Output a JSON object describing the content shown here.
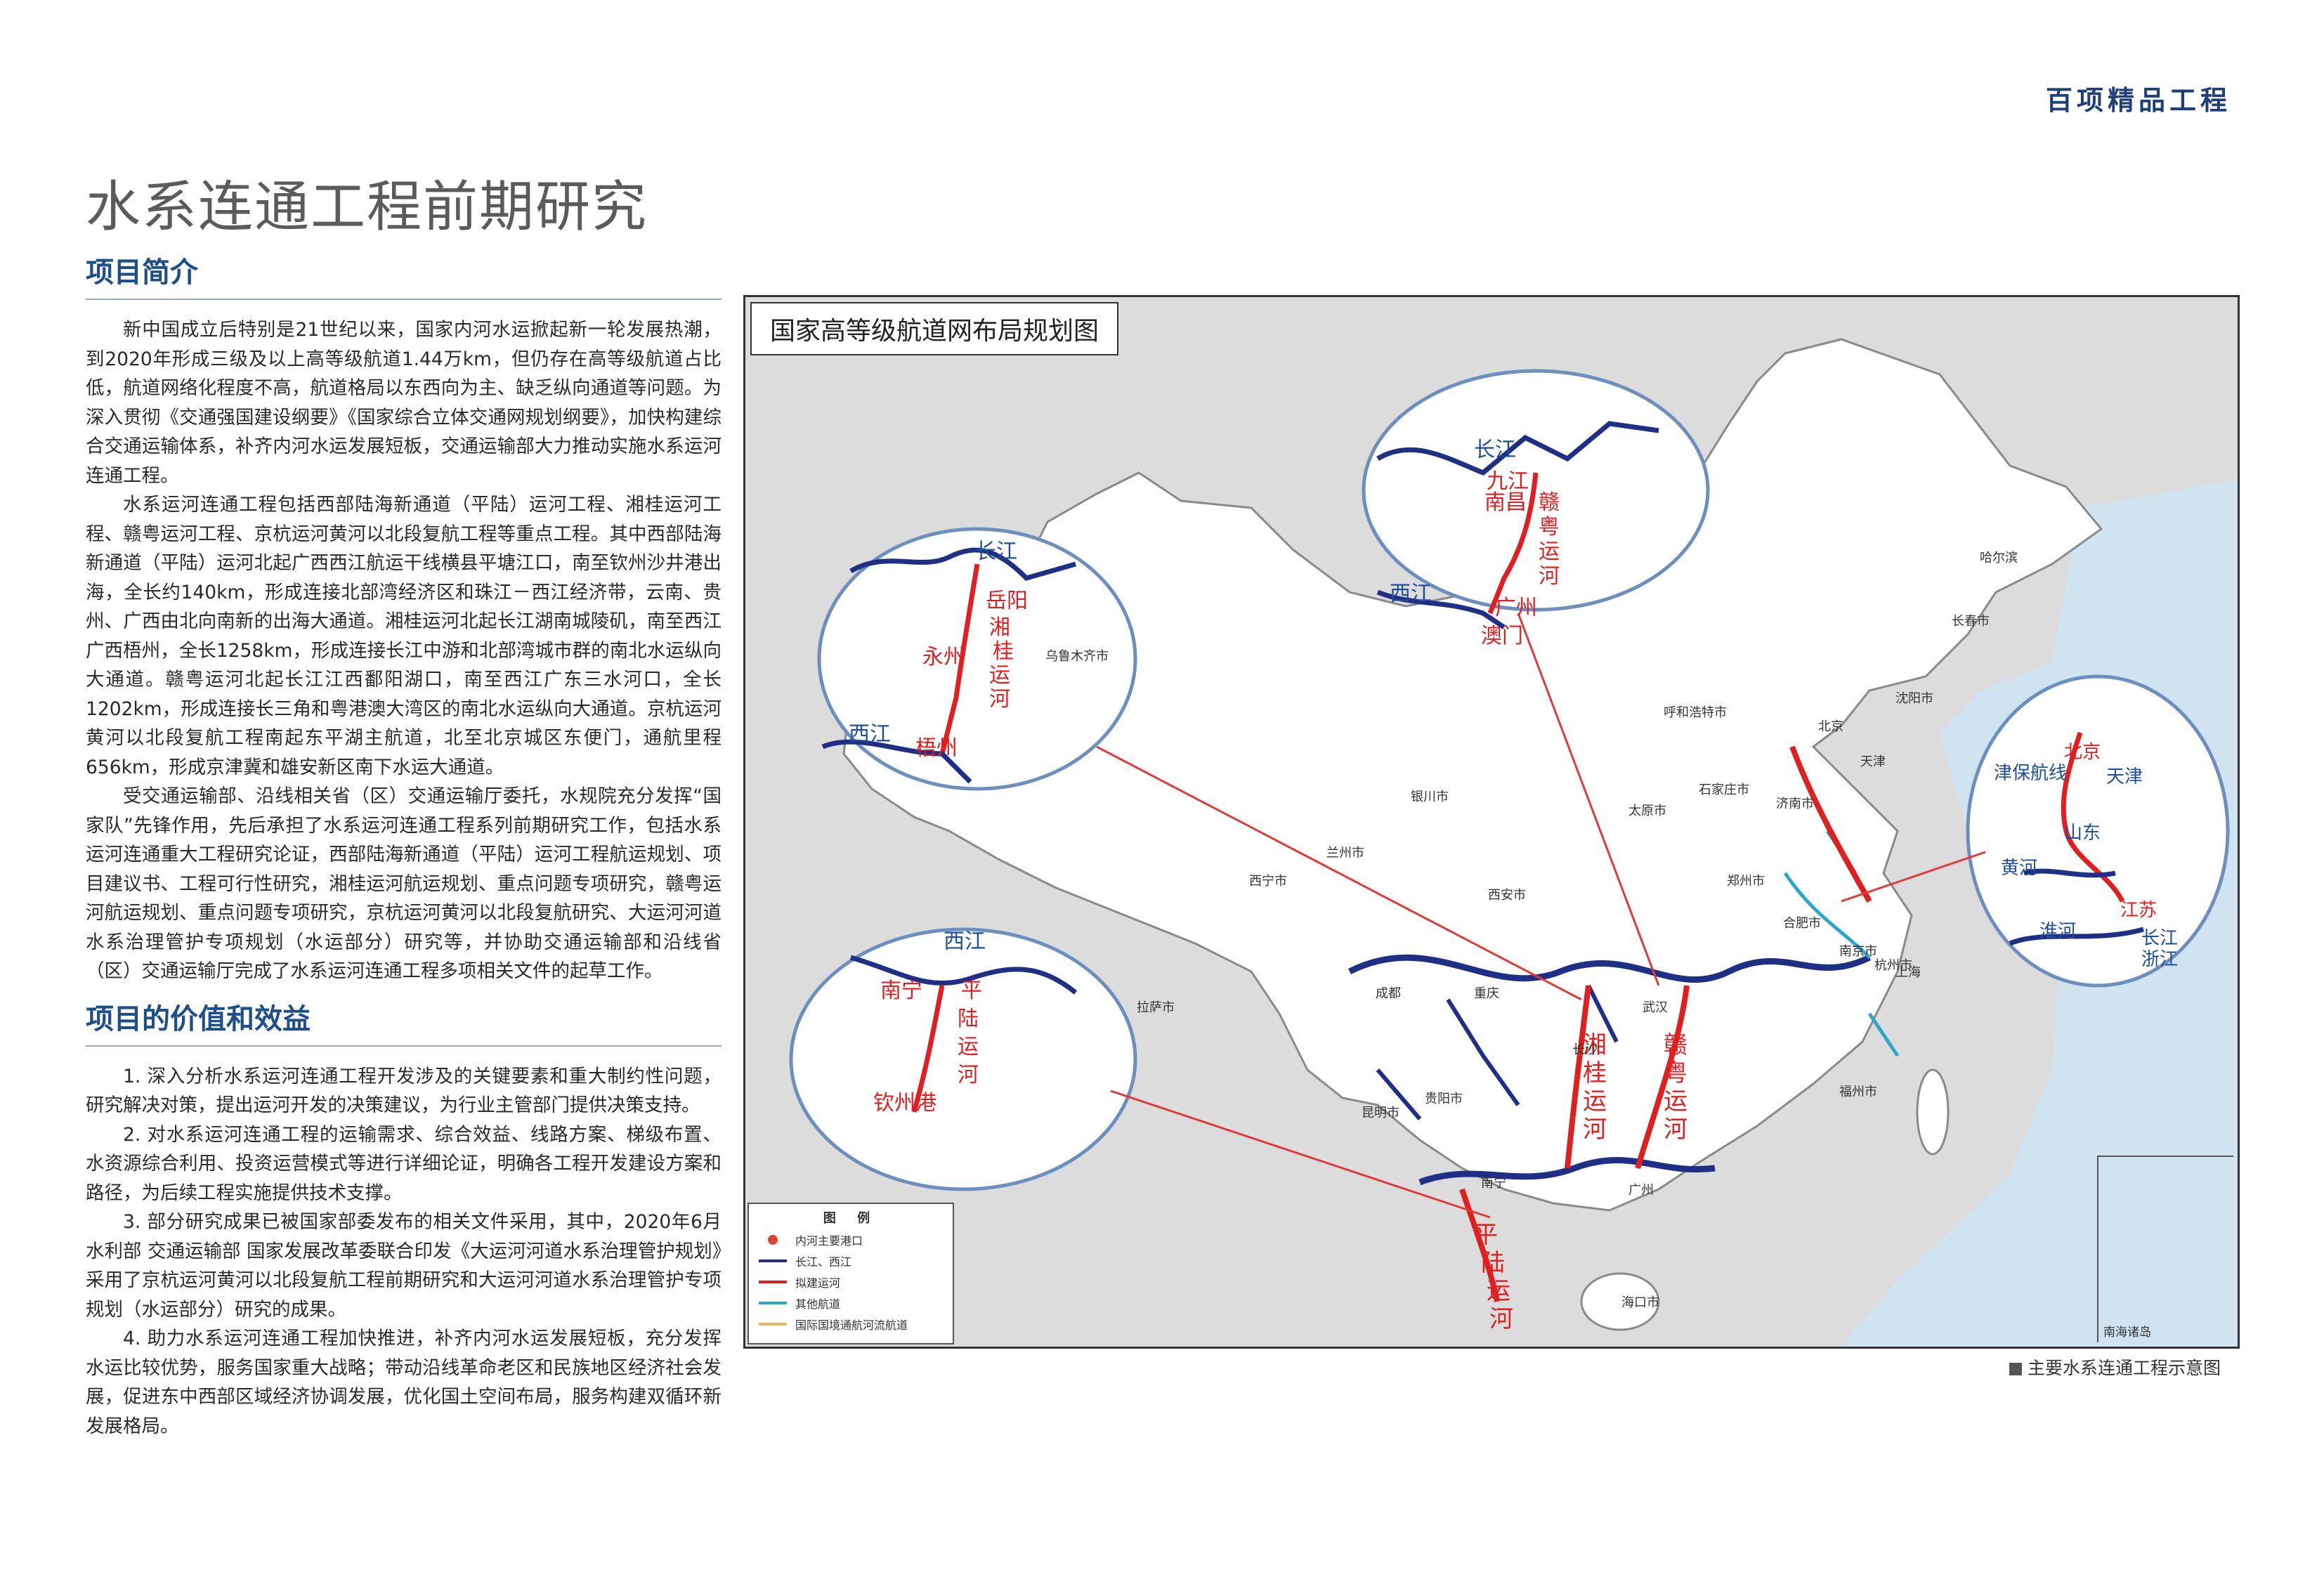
{
  "header": {
    "brand": "百项精品工程",
    "title": "水系连通工程前期研究"
  },
  "intro": {
    "heading": "项目简介",
    "paragraphs": [
      "新中国成立后特别是21世纪以来，国家内河水运掀起新一轮发展热潮，到2020年形成三级及以上高等级航道1.44万km，但仍存在高等级航道占比低，航道网络化程度不高，航道格局以东西向为主、缺乏纵向通道等问题。为深入贯彻《交通强国建设纲要》《国家综合立体交通网规划纲要》，加快构建综合交通运输体系，补齐内河水运发展短板，交通运输部大力推动实施水系运河连通工程。",
      "水系运河连通工程包括西部陆海新通道（平陆）运河工程、湘桂运河工程、赣粤运河工程、京杭运河黄河以北段复航工程等重点工程。其中西部陆海新通道（平陆）运河北起广西西江航运干线横县平塘江口，南至钦州沙井港出海，全长约140km，形成连接北部湾经济区和珠江－西江经济带，云南、贵州、广西由北向南新的出海大通道。湘桂运河北起长江湖南城陵矶，南至西江广西梧州，全长1258km，形成连接长江中游和北部湾城市群的南北水运纵向大通道。赣粤运河北起长江江西鄱阳湖口，南至西江广东三水河口，全长1202km，形成连接长三角和粤港澳大湾区的南北水运纵向大通道。京杭运河黄河以北段复航工程南起东平湖主航道，北至北京城区东便门，通航里程656km，形成京津冀和雄安新区南下水运大通道。",
      "受交通运输部、沿线相关省（区）交通运输厅委托，水规院充分发挥“国家队”先锋作用，先后承担了水系运河连通工程系列前期研究工作，包括水系运河连通重大工程研究论证，西部陆海新通道（平陆）运河工程航运规划、项目建议书、工程可行性研究，湘桂运河航运规划、重点问题专项研究，赣粤运河航运规划、重点问题专项研究，京杭运河黄河以北段复航研究、大运河河道水系治理管护专项规划（水运部分）研究等，并协助交通运输部和沿线省（区）交通运输厅完成了水系运河连通工程多项相关文件的起草工作。"
    ]
  },
  "value": {
    "heading": "项目的价值和效益",
    "paragraphs": [
      "1. 深入分析水系运河连通工程开发涉及的关键要素和重大制约性问题，研究解决对策，提出运河开发的决策建议，为行业主管部门提供决策支持。",
      "2. 对水系运河连通工程的运输需求、综合效益、线路方案、梯级布置、水资源综合利用、投资运营模式等进行详细论证，明确各工程开发建设方案和路径，为后续工程实施提供技术支撑。",
      "3. 部分研究成果已被国家部委发布的相关文件采用，其中，2020年6月水利部 交通运输部 国家发展改革委联合印发《大运河河道水系治理管护规划》采用了京杭运河黄河以北段复航工程前期研究和大运河河道水系治理管护专项规划（水运部分）研究的成果。",
      "4. 助力水系运河连通工程加快推进，补齐内河水运发展短板，充分发挥水运比较优势，服务国家重大战略；带动沿线革命老区和民族地区经济社会发展，促进东中西部区域经济协调发展，优化国土空间布局，服务构建双循环新发展格局。"
    ]
  },
  "map": {
    "title": "国家高等级航道网布局规划图",
    "caption": "主要水系连通工程示意图",
    "inset_label": "南海诸岛",
    "colors": {
      "sea": "#cfe3f1",
      "land": "#ffffff",
      "foreign": "#d9d9d9",
      "main_river": "#1f2f86",
      "canal": "#e02020",
      "other": "#2aa7c9",
      "circle": "#6d8fbf"
    },
    "legend": {
      "title": "图 例",
      "items": [
        {
          "label": "内河主要港口",
          "kind": "dot",
          "color": "#d43030"
        },
        {
          "label": "长江、西江",
          "kind": "line",
          "color": "#1f2f86"
        },
        {
          "label": "拟建运河",
          "kind": "line",
          "color": "#e02020"
        },
        {
          "label": "其他航道",
          "kind": "line",
          "color": "#2aa7c9"
        },
        {
          "label": "国际国境通航河流航道",
          "kind": "line",
          "color": "#e8b860"
        }
      ]
    },
    "callouts": {
      "xianggui": {
        "labels": [
          "长江",
          "岳阳",
          "湘",
          "桂",
          "运",
          "河",
          "永州",
          "西江",
          "梧州"
        ]
      },
      "gan": {
        "labels": [
          "长江",
          "九江",
          "南昌",
          "赣",
          "粤",
          "运",
          "河",
          "西江",
          "广州",
          "澳门"
        ]
      },
      "pinglu": {
        "labels": [
          "西江",
          "南宁",
          "平",
          "陆",
          "运",
          "河",
          "钦州港"
        ]
      },
      "jinghang": {
        "labels": [
          "北京",
          "天津",
          "津保航线",
          "山东",
          "黄河",
          "淮河",
          "江苏",
          "长江",
          "浙江"
        ]
      }
    },
    "places": [
      "北京",
      "天津",
      "上海",
      "武汉",
      "重庆",
      "成都",
      "长沙",
      "南宁",
      "广州",
      "哈尔滨",
      "呼和浩特市",
      "乌鲁木齐市",
      "西宁市",
      "西安市",
      "郑州市",
      "济南市",
      "合肥市",
      "南京市",
      "杭州市",
      "福州市",
      "海口市",
      "昆明市",
      "贵阳市",
      "拉萨市",
      "兰州市",
      "银川市",
      "太原市",
      "石家庄市",
      "沈阳市",
      "长春市"
    ],
    "canal_labels": [
      "湘",
      "桂",
      "运",
      "河",
      "赣",
      "粤",
      "运",
      "河",
      "平",
      "陆",
      "运",
      "河"
    ]
  }
}
